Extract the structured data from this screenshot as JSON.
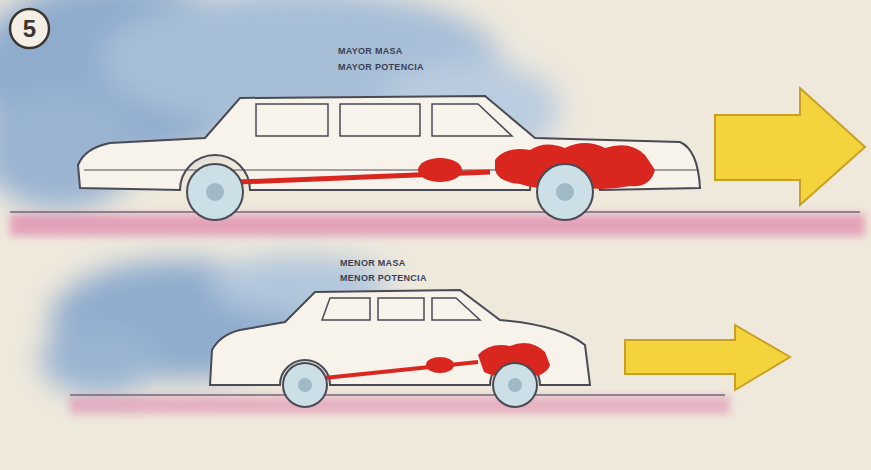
{
  "diagram": {
    "nodes": [
      {
        "text": [
          "5"
        ]
      }
    ],
    "labels": [
      "MAYOR MASA",
      "MAYOR POTENCIA",
      "MENOR MASA",
      "MENOR POTENCIA"
    ]
  }
}
